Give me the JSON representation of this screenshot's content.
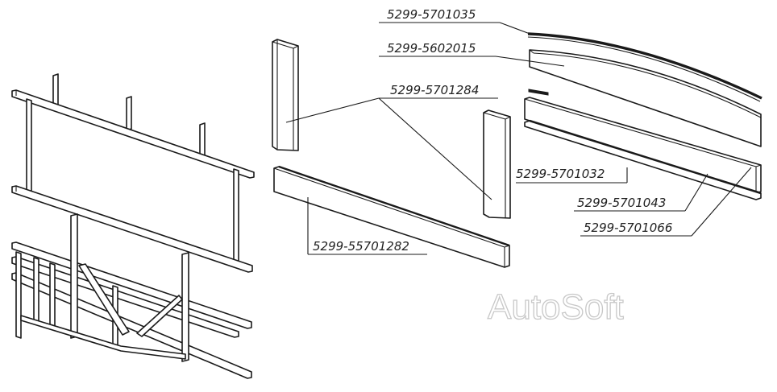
{
  "labels": {
    "roof_arc_strip": "5299-5701035",
    "upper_curved_panel": "5299-5602015",
    "short_vertical_plates": "5299-5701284",
    "lower_flat_panel": "5299-5701032",
    "lower_edge_strip": "5299-5701043",
    "small_end_strip": "5299-5701066",
    "long_bottom_panel": "5299-55701282"
  },
  "watermark": "AutoSoft",
  "colors": {
    "line": "#1a1a1a",
    "background": "#ffffff",
    "watermark": "#c8c8c8"
  }
}
